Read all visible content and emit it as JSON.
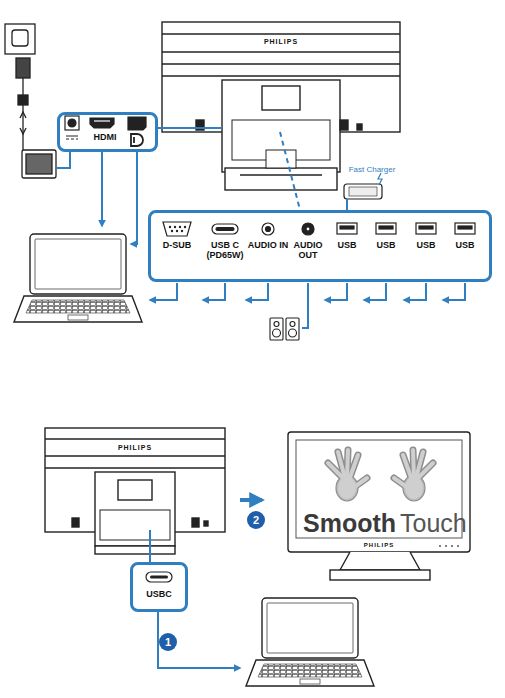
{
  "diagram": {
    "nodes": [
      {
        "text": [
          "HDMI"
        ]
      },
      {
        "text": [
          "D-SUB",
          "USB C (PD65W)",
          "AUDIO IN",
          "AUDIO OUT",
          "USB",
          "USB",
          "USB",
          "USB"
        ]
      },
      {
        "text": [
          "USBC"
        ]
      }
    ],
    "labels": [
      "PHILIPS",
      "Fast Charger",
      "PHILIPS",
      "2",
      "Smooth",
      "Touch",
      "PHILIPS",
      "1"
    ]
  }
}
